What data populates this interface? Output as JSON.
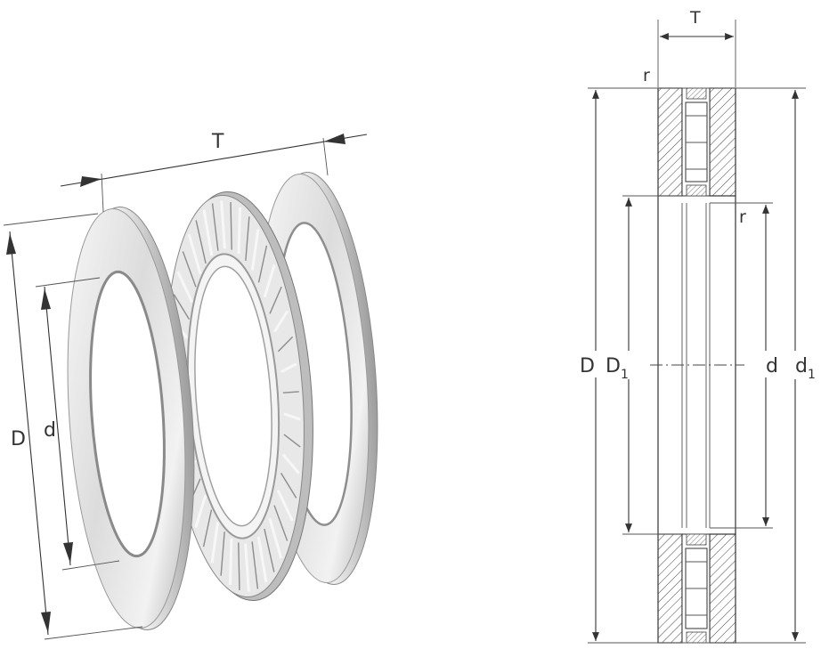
{
  "isometric_view": {
    "labels": {
      "width": "T",
      "outer_diameter": "D",
      "inner_diameter": "d"
    }
  },
  "section_view": {
    "labels": {
      "width": "T",
      "radius_top": "r",
      "radius_inner": "r",
      "outer_diameter": "D",
      "raceway_diameter_base": "D",
      "raceway_diameter_sub": "1",
      "bore_diameter": "d",
      "shaft_washer_diameter_base": "d",
      "shaft_washer_diameter_sub": "1"
    }
  },
  "colors": {
    "line": "#333333",
    "ring_light": "#f4f4f4",
    "ring_mid": "#d6d6d6",
    "ring_dark": "#9a9a9a"
  }
}
